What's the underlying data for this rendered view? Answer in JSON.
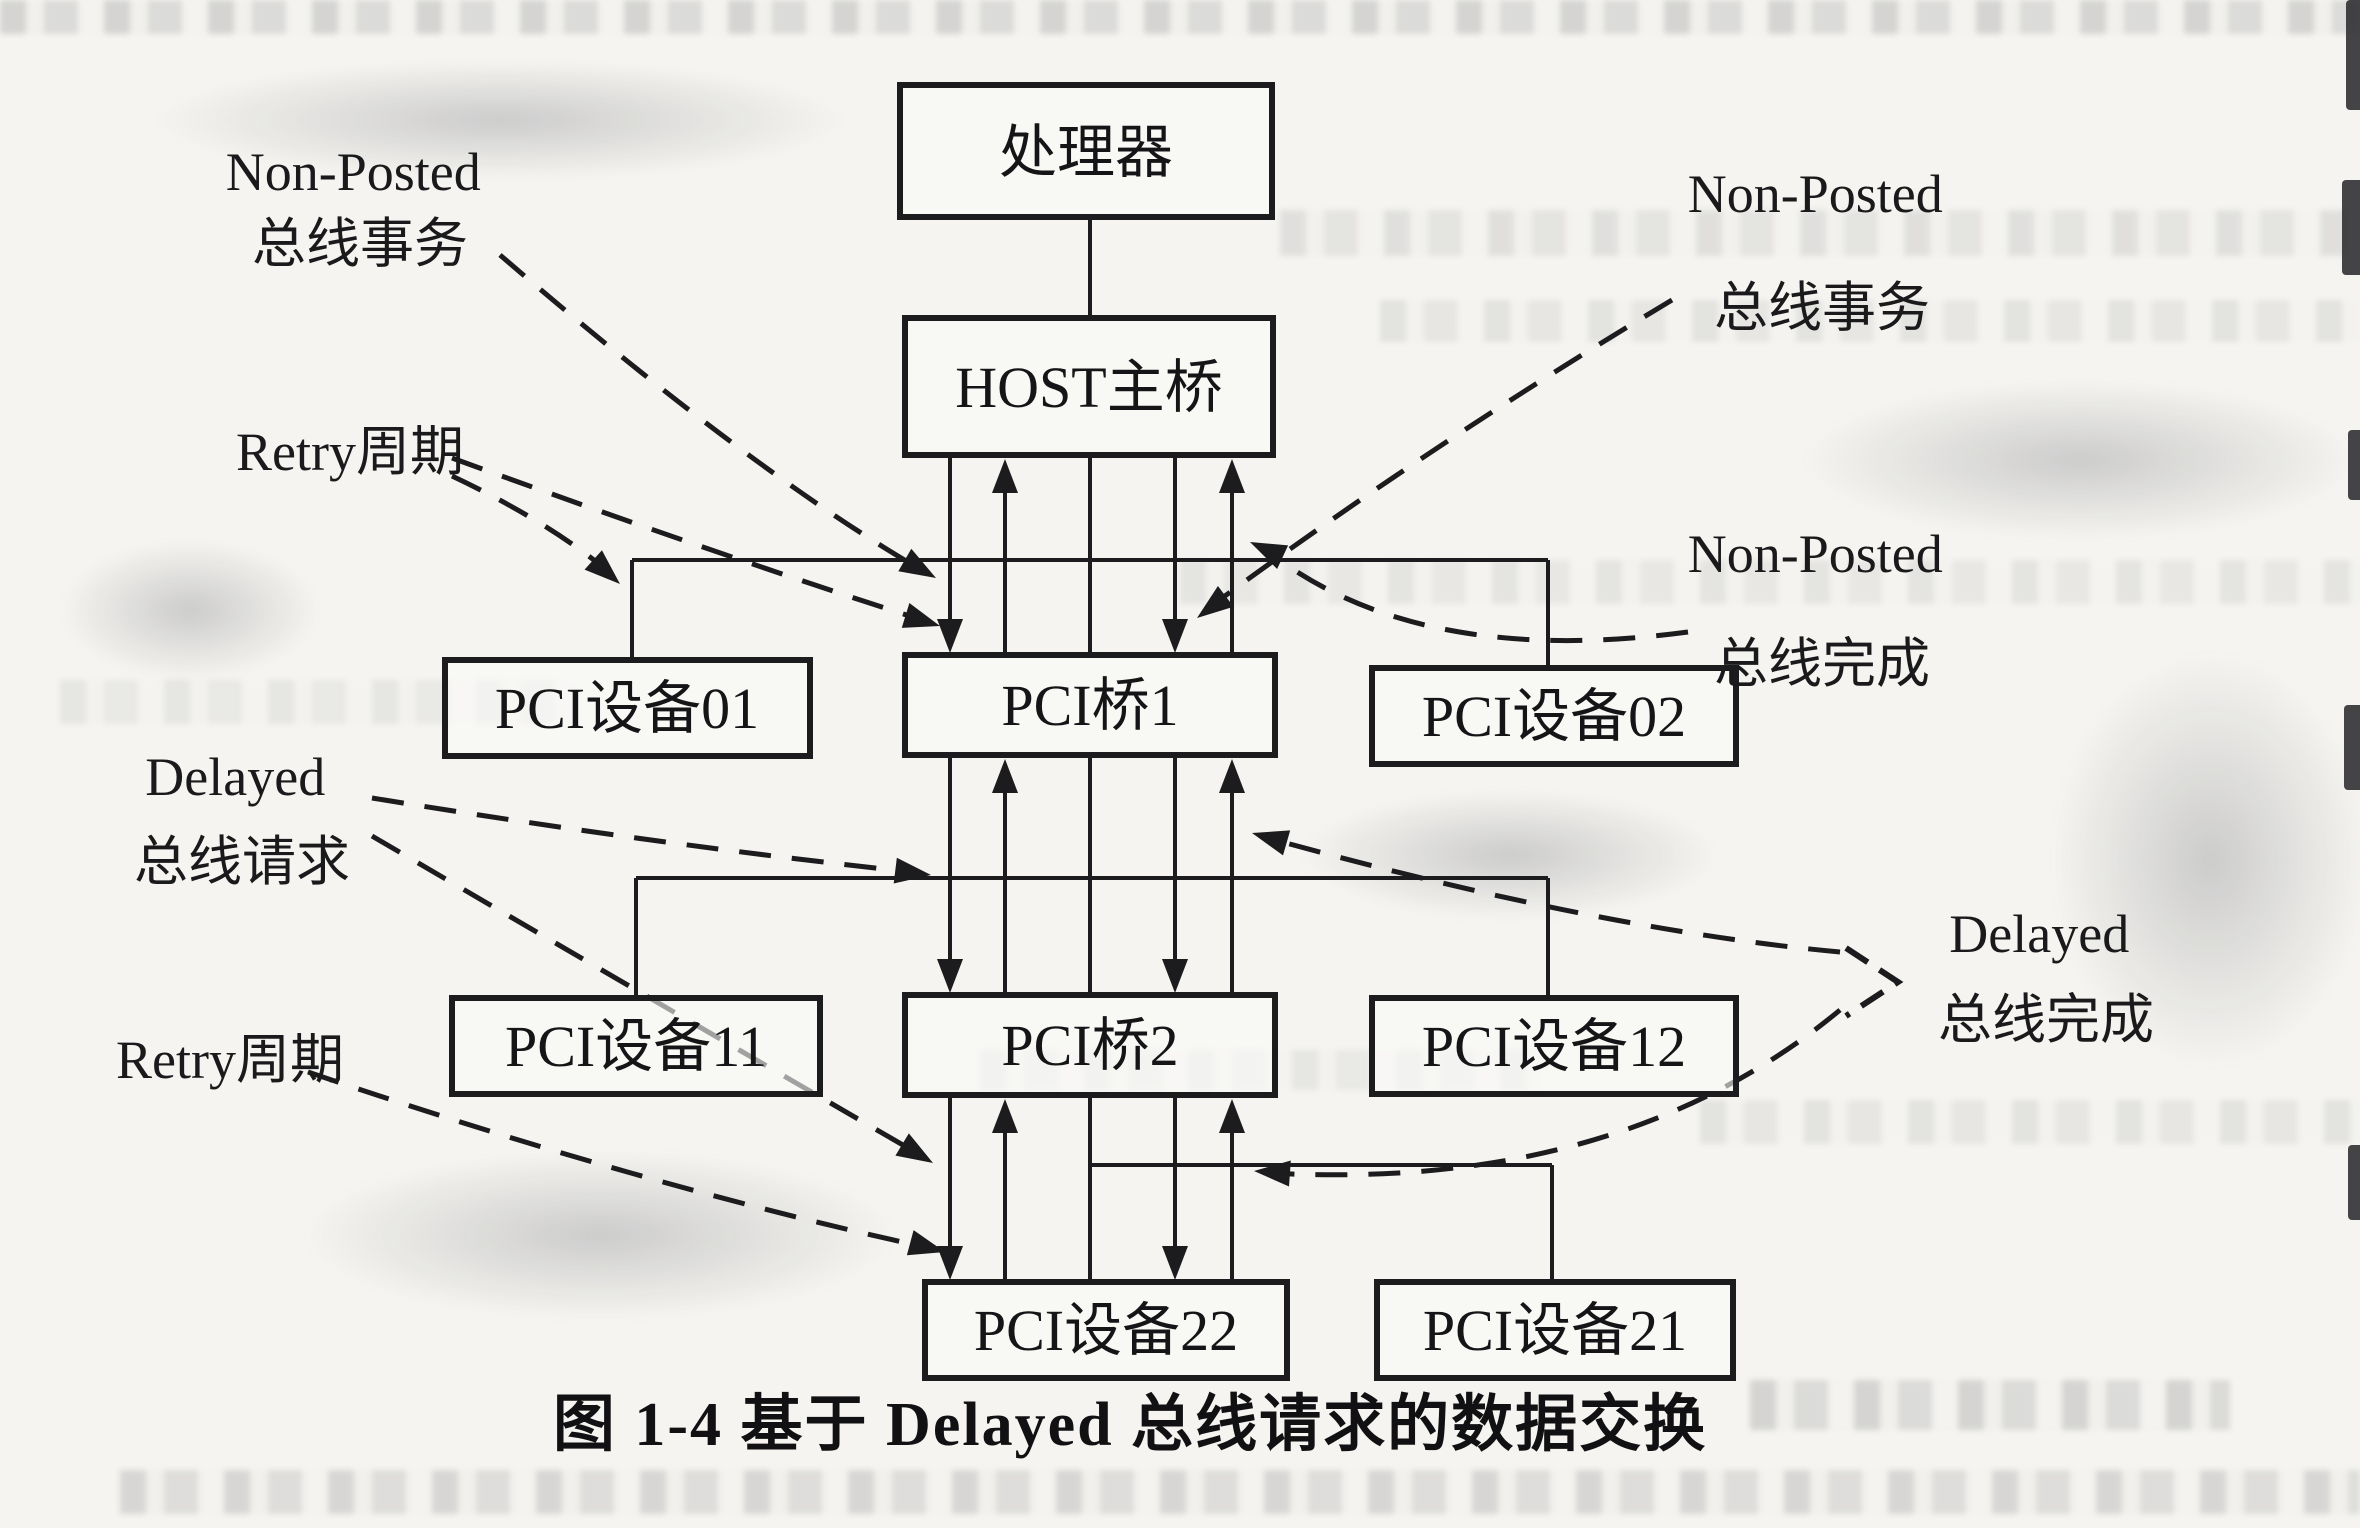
{
  "figure": {
    "caption": "图 1-4   基于 Delayed 总线请求的数据交换",
    "nodes": {
      "processor": {
        "label": "处理器"
      },
      "host_bridge": {
        "label": "HOST主桥"
      },
      "pci_device_01": {
        "label": "PCI设备01"
      },
      "pci_bridge_1": {
        "label": "PCI桥1"
      },
      "pci_device_02": {
        "label": "PCI设备02"
      },
      "pci_device_11": {
        "label": "PCI设备11"
      },
      "pci_bridge_2": {
        "label": "PCI桥2"
      },
      "pci_device_12": {
        "label": "PCI设备12"
      },
      "pci_device_22": {
        "label": "PCI设备22"
      },
      "pci_device_21": {
        "label": "PCI设备21"
      }
    },
    "annotations": {
      "non_posted_transaction_left": {
        "line1": "Non-Posted",
        "line2": "总线事务"
      },
      "retry_cycle_top": {
        "label": "Retry周期"
      },
      "delayed_request": {
        "line1": "Delayed",
        "line2": "总线请求"
      },
      "retry_cycle_bottom": {
        "label": "Retry周期"
      },
      "non_posted_transaction_right": {
        "line1": "Non-Posted",
        "line2": "总线事务"
      },
      "non_posted_completion_right": {
        "line1": "Non-Posted",
        "line2": "总线完成"
      },
      "delayed_completion": {
        "line1": "Delayed",
        "line2": "总线完成"
      }
    },
    "colors": {
      "ink": "#1c1c1e",
      "paper": "#f5f4f0"
    }
  }
}
